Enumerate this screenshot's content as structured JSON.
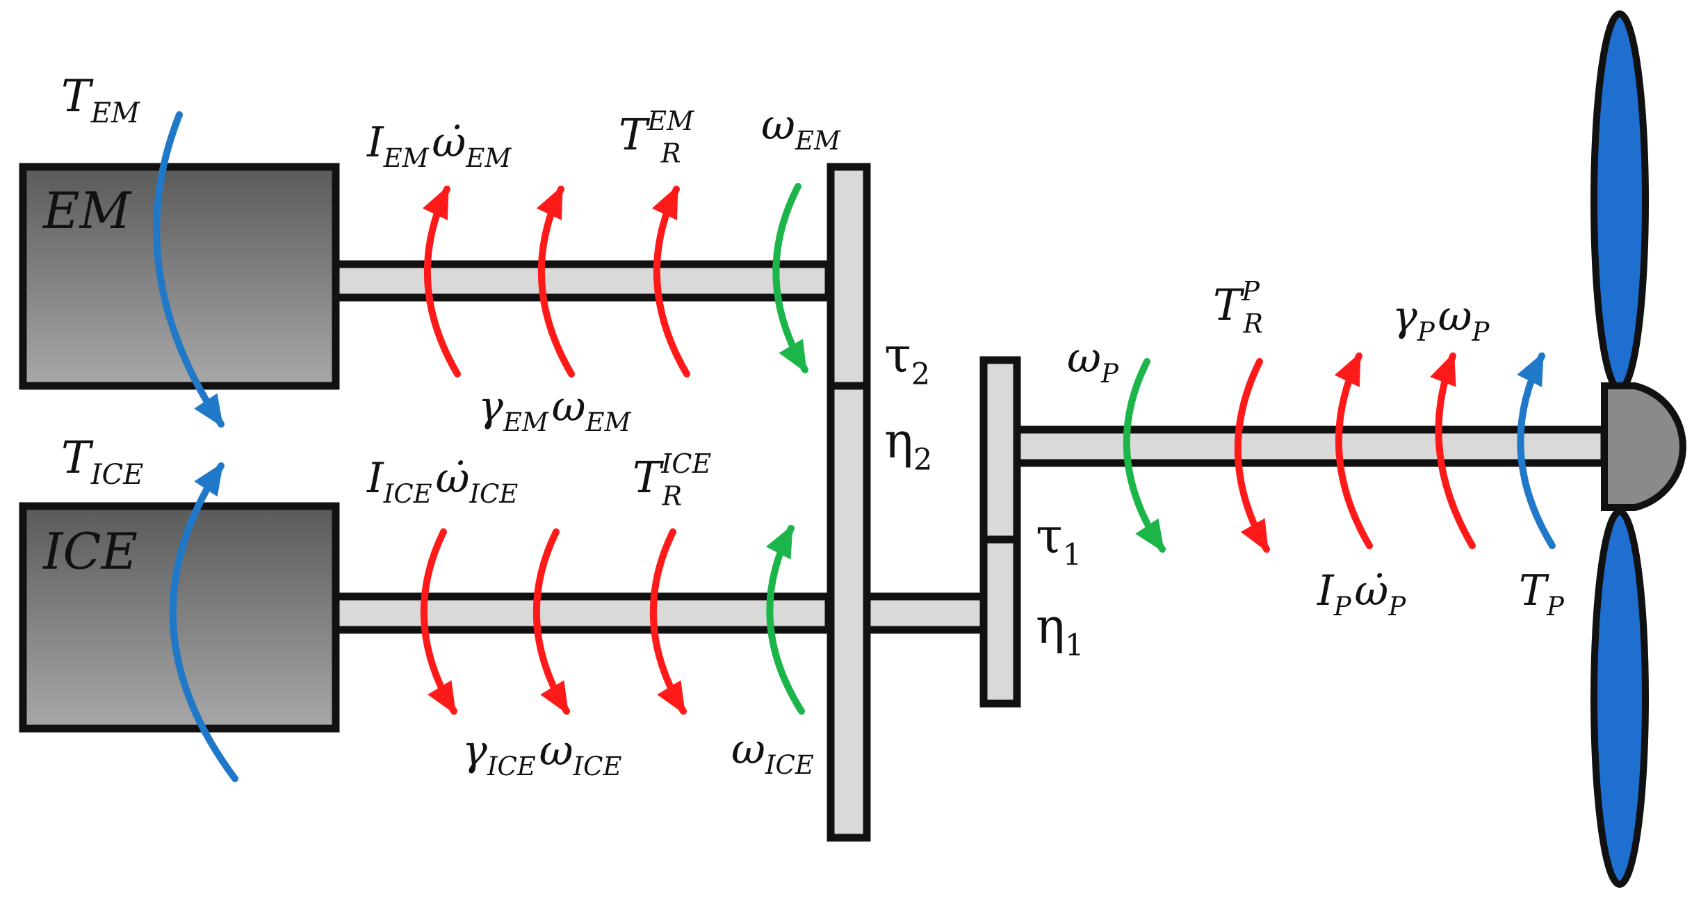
{
  "colors": {
    "torque_blue": "#1f78c8",
    "loss_red": "#ff1a1a",
    "speed_green": "#1cb54a",
    "shaft_fill": "#d9d9d9",
    "outline": "#111111",
    "propeller_blue": "#1f6fd0",
    "hub_gray": "#8a8a8a"
  },
  "machines": {
    "em": {
      "name": "EM"
    },
    "ice": {
      "name": "ICE"
    }
  },
  "labels": {
    "t_em": {
      "base": "T",
      "sub": "EM"
    },
    "t_ice": {
      "base": "T",
      "sub": "ICE"
    },
    "i_em": {
      "base": "I",
      "sub": "EM",
      "base2": "ω̇",
      "sub2": "EM"
    },
    "tr_em": {
      "base": "T",
      "sub": "R",
      "sup": "EM"
    },
    "omega_em": {
      "base": "ω",
      "sub": "EM"
    },
    "gamma_em": {
      "base": "γ",
      "sub": "EM",
      "base2": "ω",
      "sub2": "EM"
    },
    "i_ice": {
      "base": "I",
      "sub": "ICE",
      "base2": "ω̇",
      "sub2": "ICE"
    },
    "tr_ice": {
      "base": "T",
      "sub": "R",
      "sup": "ICE"
    },
    "gamma_ice": {
      "base": "γ",
      "sub": "ICE",
      "base2": "ω",
      "sub2": "ICE"
    },
    "omega_ice": {
      "base": "ω",
      "sub": "ICE"
    },
    "tau2": {
      "base": "τ",
      "sub": "2"
    },
    "eta2": {
      "base": "η",
      "sub": "2"
    },
    "tau1": {
      "base": "τ",
      "sub": "1"
    },
    "eta1": {
      "base": "η",
      "sub": "1"
    },
    "omega_p": {
      "base": "ω",
      "sub": "P"
    },
    "tr_p": {
      "base": "T",
      "sub": "R",
      "sup": "P"
    },
    "gamma_p": {
      "base": "γ",
      "sub": "P",
      "base2": "ω",
      "sub2": "P"
    },
    "i_p": {
      "base": "I",
      "sub": "P",
      "base2": "ω̇",
      "sub2": "P"
    },
    "t_p": {
      "base": "T",
      "sub": "P"
    }
  }
}
